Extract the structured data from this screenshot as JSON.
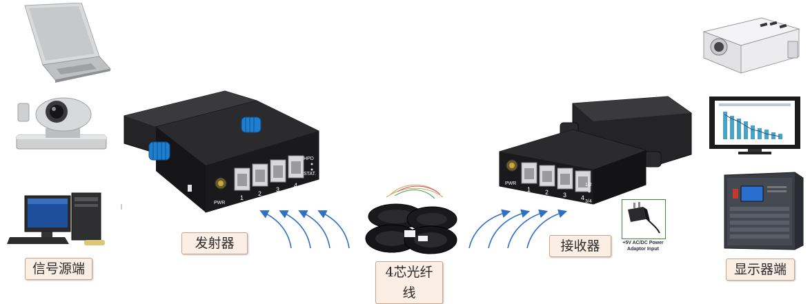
{
  "labels": {
    "source": "信号源端",
    "transmitter": "发射器",
    "fiber": "4芯光纤线",
    "receiver": "接收器",
    "display": "显示器端"
  },
  "transmitter": {
    "ports": [
      "1",
      "2",
      "3",
      "4"
    ],
    "pwr": "PWR",
    "hpd": "HPD",
    "stat": "STAT."
  },
  "receiver": {
    "ports": [
      "1",
      "2",
      "3",
      "4"
    ],
    "pwr": "PWR",
    "led_top": "1/2",
    "led_bottom": "3/4"
  },
  "adaptor": {
    "line1": "+5V AC/DC Power",
    "line2": "Adaptor Input"
  },
  "colors": {
    "device_body": "#1a1a1a",
    "screw_blue": "#1e7fd0",
    "arrow_blue": "#2f6fc4",
    "label_bg": "#fbeee4"
  }
}
